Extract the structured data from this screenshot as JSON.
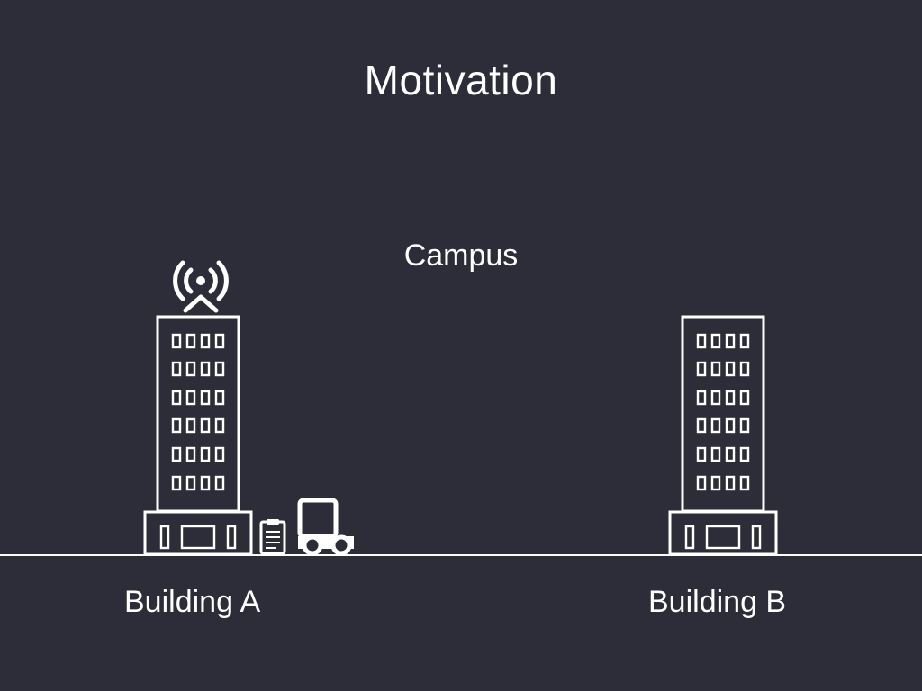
{
  "slide": {
    "title": "Motivation",
    "subtitle": "Campus"
  },
  "buildings": [
    {
      "label": "Building A",
      "has_antenna": true,
      "has_vehicle": true
    },
    {
      "label": "Building B",
      "has_antenna": false,
      "has_vehicle": false
    }
  ],
  "icons": [
    "antenna-icon",
    "clipboard-icon",
    "truck-icon",
    "building-icon"
  ],
  "colors": {
    "background": "#2c2d38",
    "foreground": "#ffffff"
  }
}
